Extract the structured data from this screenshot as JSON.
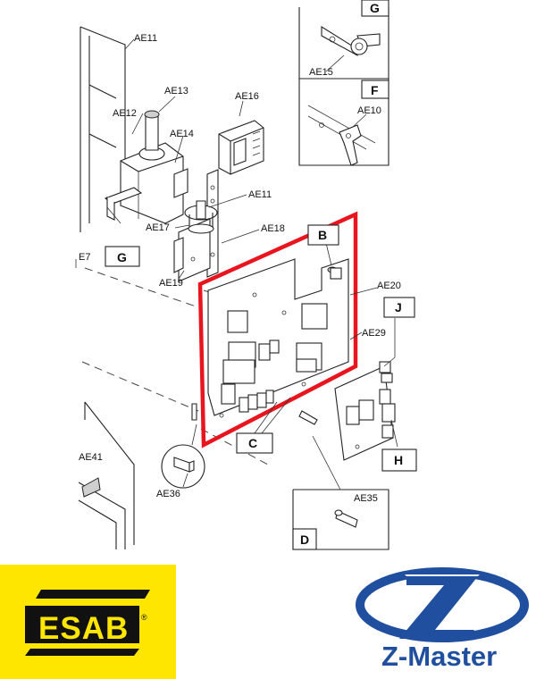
{
  "labels": {
    "ae11_top": "AE11",
    "ae12": "AE12",
    "ae13": "AE13",
    "ae14": "AE14",
    "ae16": "AE16",
    "ae11_mid": "AE11",
    "ae17": "AE17",
    "ae18": "AE18",
    "ae19": "AE19",
    "ae7": "E7",
    "ae15": "AE15",
    "ae10": "AE10",
    "ae20": "AE20",
    "ae29": "AE29",
    "ae36": "AE36",
    "ae35": "AE35",
    "ae41": "AE41"
  },
  "callouts": {
    "g_top": "G",
    "f": "F",
    "g_left": "G",
    "b": "B",
    "j": "J",
    "c": "C",
    "h": "H",
    "d": "D"
  },
  "highlight_color": "#e8141e",
  "logos": {
    "esab": {
      "text": "ESAB",
      "reg": "®",
      "background": "#ffe600"
    },
    "zmaster": {
      "text": "Z-Master",
      "color": "#1f4f9e"
    }
  }
}
